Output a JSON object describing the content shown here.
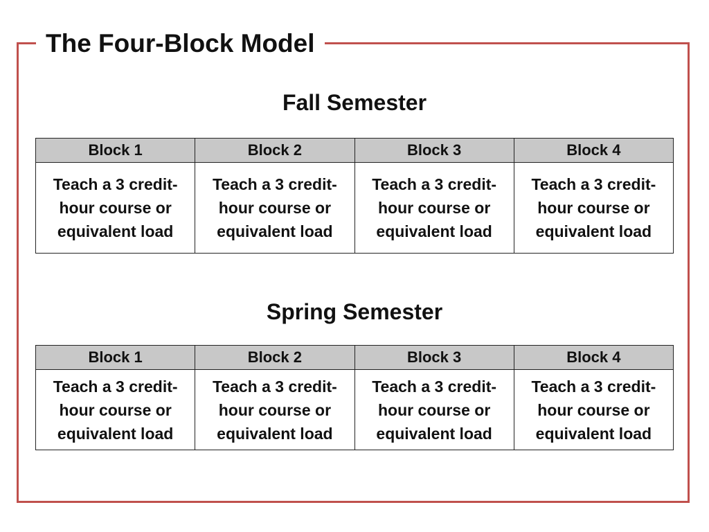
{
  "slide": {
    "title": "The Four-Block Model",
    "border_color": "#c0504d",
    "header_fill": "#c8c8c8"
  },
  "fall": {
    "title": "Fall Semester",
    "headers": [
      "Block 1",
      "Block 2",
      "Block 3",
      "Block 4"
    ],
    "cells": [
      "Teach a 3 credit-hour course or equivalent load",
      "Teach a 3 credit-hour course or equivalent load",
      "Teach a 3 credit-hour course or equivalent load",
      "Teach a 3 credit-hour course or equivalent load"
    ]
  },
  "spring": {
    "title": "Spring Semester",
    "headers": [
      "Block 1",
      "Block 2",
      "Block 3",
      "Block 4"
    ],
    "cells": [
      "Teach a 3 credit-hour course or equivalent load",
      "Teach a 3 credit-hour course or equivalent load",
      "Teach a 3 credit-hour course or equivalent load",
      "Teach a 3 credit-hour course or equivalent load"
    ]
  }
}
